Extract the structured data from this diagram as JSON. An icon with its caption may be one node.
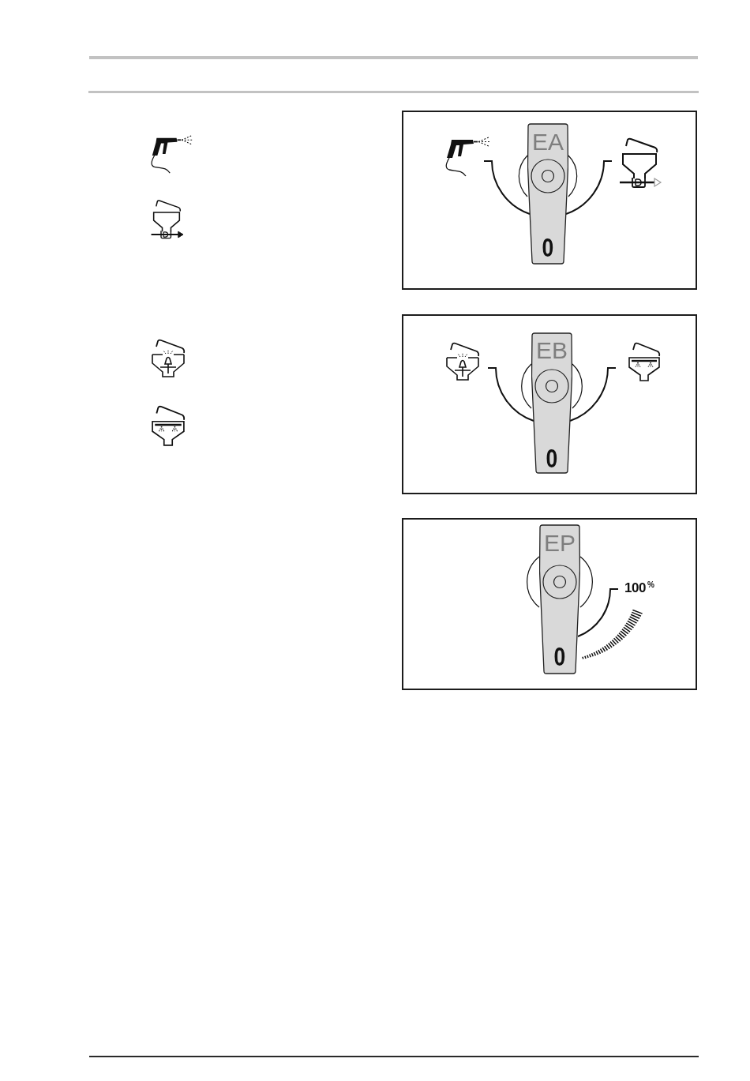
{
  "diagram": {
    "nodes": [
      {
        "text": [],
        "shape": "box"
      },
      {
        "text": [
          "EA",
          "0"
        ],
        "in": 0
      },
      {
        "text": [],
        "shape": "box"
      },
      {
        "text": [
          "EB",
          "0"
        ],
        "in": 2
      },
      {
        "text": [],
        "shape": "box"
      },
      {
        "text": [
          "EP",
          "0"
        ],
        "in": 4
      }
    ],
    "labels": [
      "100$^{%}$"
    ]
  }
}
